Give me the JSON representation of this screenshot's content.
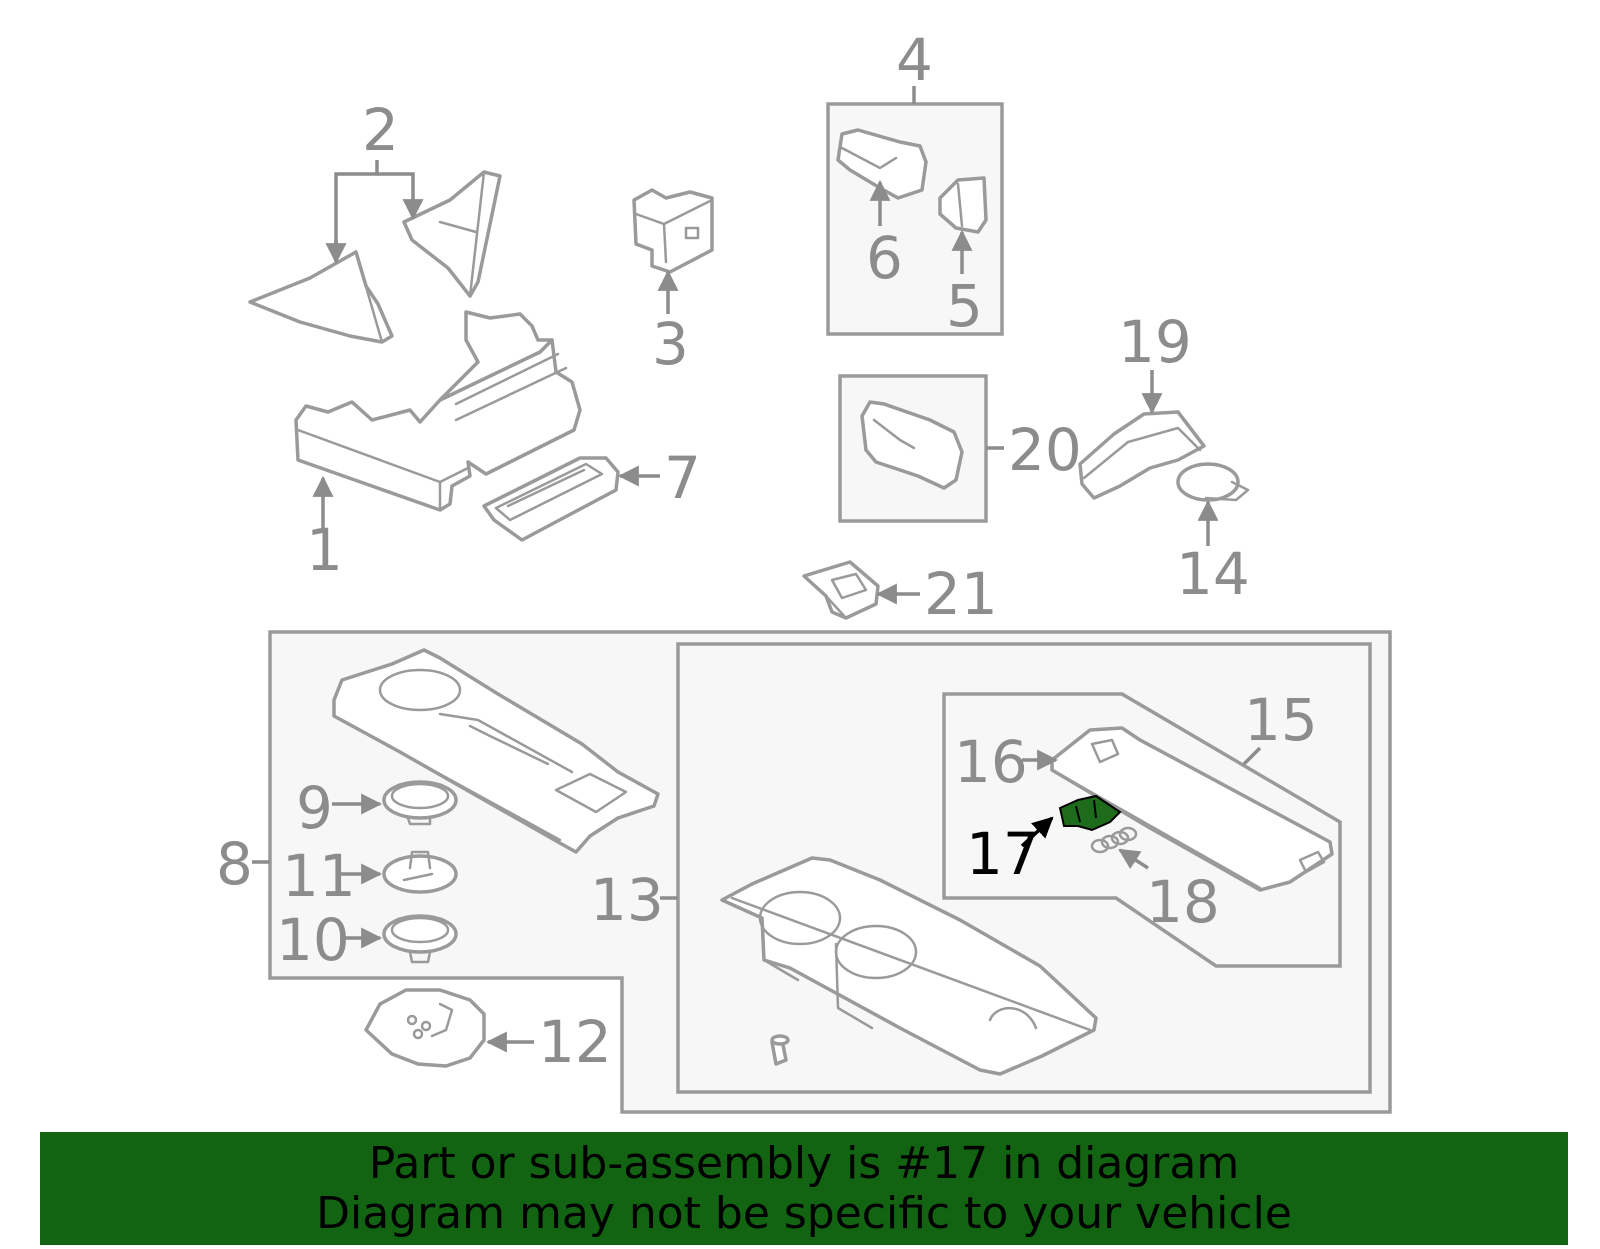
{
  "callouts": {
    "c1": "1",
    "c2": "2",
    "c3": "3",
    "c4": "4",
    "c5": "5",
    "c6": "6",
    "c7": "7",
    "c8": "8",
    "c9": "9",
    "c10": "10",
    "c11": "11",
    "c12": "12",
    "c13": "13",
    "c14": "14",
    "c15": "15",
    "c16": "16",
    "c17": "17",
    "c18": "18",
    "c19": "19",
    "c20": "20",
    "c21": "21"
  },
  "highlight": {
    "part_number": "17",
    "color": "#126412"
  },
  "banner": {
    "line1": "Part or sub-assembly is #17 in diagram",
    "line2": "Diagram may not be specific to your vehicle",
    "background": "#126412"
  },
  "colors": {
    "line": "#9a9a9a",
    "label": "#8c8c8c",
    "panel": "#f7f7f7"
  }
}
